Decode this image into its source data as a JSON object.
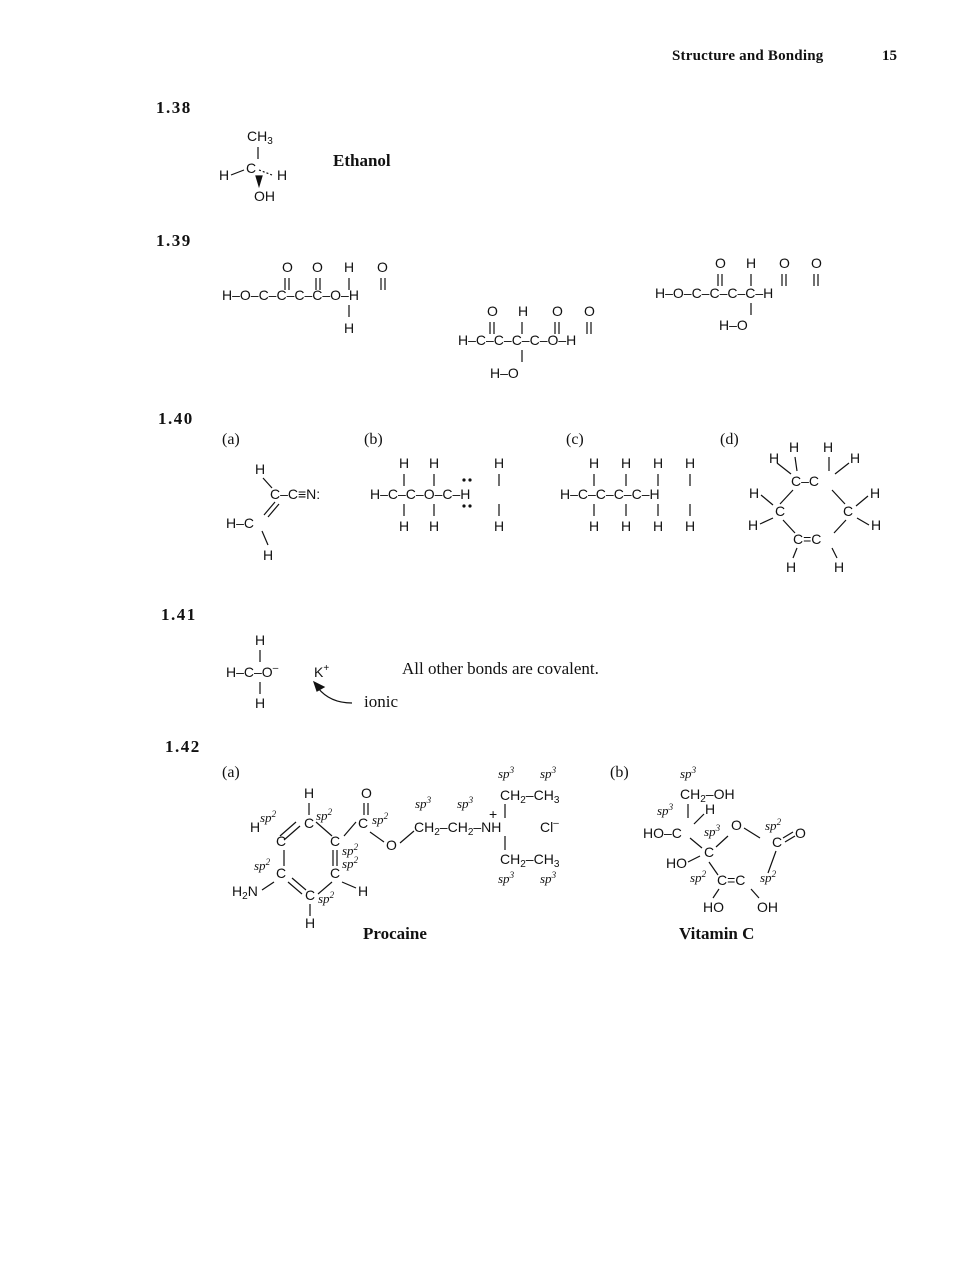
{
  "header": {
    "title": "Structure and Bonding",
    "page": "15"
  },
  "problems": {
    "p138": {
      "number": "1.38",
      "name": "Ethanol"
    },
    "p139": {
      "number": "1.39"
    },
    "p140": {
      "number": "1.40",
      "a": "(a)",
      "b": "(b)",
      "c": "(c)",
      "d": "(d)"
    },
    "p141": {
      "number": "1.41",
      "note": "All other bonds are covalent.",
      "ionic": "ionic"
    },
    "p142": {
      "number": "1.42",
      "a": "(a)",
      "b": "(b)",
      "procaine": "Procaine",
      "vitaminc": "Vitamin C"
    }
  }
}
